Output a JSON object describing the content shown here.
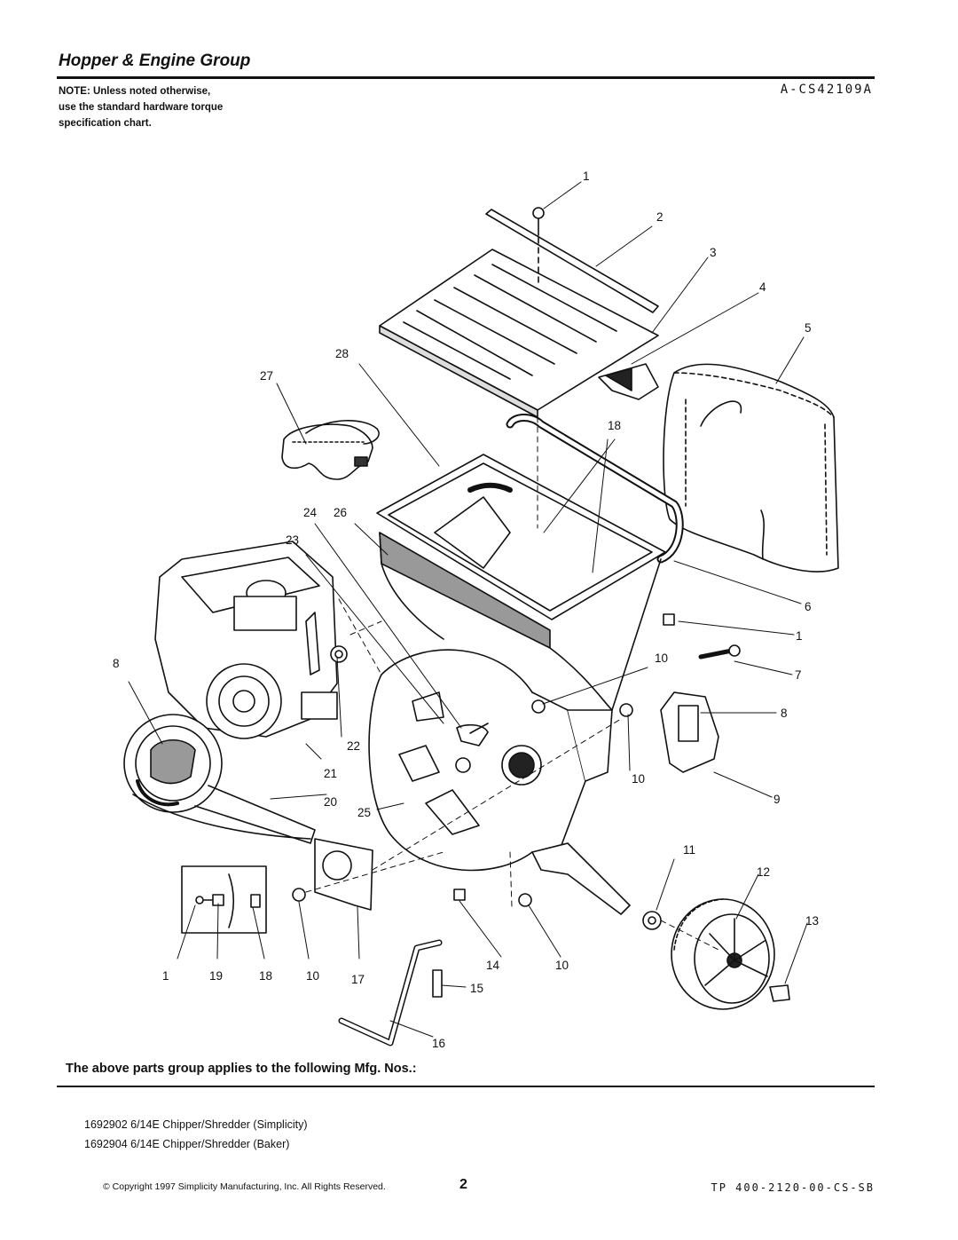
{
  "header": {
    "title": "Hopper & Engine Group",
    "drawing_id": "A-CS42109A"
  },
  "note": {
    "lines": [
      "NOTE: Unless noted otherwise,",
      "use the standard hardware torque",
      "specification chart."
    ]
  },
  "callouts": {
    "c1a": "1",
    "c2": "2",
    "c3": "3",
    "c4": "4",
    "c5": "5",
    "c28": "28",
    "c27": "27",
    "c18a": "18",
    "c24": "24",
    "c26": "26",
    "c23": "23",
    "c6": "6",
    "c1b": "1",
    "c10a": "10",
    "c7": "7",
    "c8a": "8",
    "c8b": "8",
    "c22": "22",
    "c21": "21",
    "c20": "20",
    "c25": "25",
    "c10b": "10",
    "c9": "9",
    "c11": "11",
    "c12": "12",
    "c13": "13",
    "c1c": "1",
    "c19": "19",
    "c18b": "18",
    "c10c": "10",
    "c17": "17",
    "c14": "14",
    "c10d": "10",
    "c15": "15",
    "c16": "16"
  },
  "applies": {
    "heading": "The above parts group applies to the following Mfg. Nos.:",
    "models": [
      "1692902  6/14E Chipper/Shredder (Simplicity)",
      "1692904  6/14E Chipper/Shredder (Baker)"
    ]
  },
  "footer": {
    "copyright": "© Copyright 1997 Simplicity Manufacturing, Inc. All Rights Reserved.",
    "page_number": "2",
    "doc_number": "TP 400-2120-00-CS-SB"
  }
}
